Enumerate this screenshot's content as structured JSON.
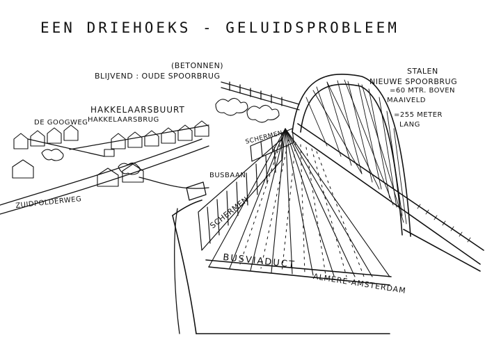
{
  "title": "EEN DRIEHOEKS - GELUIDSPROBLEEM",
  "labels": {
    "betonnen": "(BETONNEN)",
    "blijvend": "BLIJVEND : OUDE SPOORBRUG",
    "stalen": "STALEN",
    "nieuwe_spoorbrug": "NIEUWE SPOORBRUG",
    "hoogte": "=60 MTR. BOVEN",
    "maaiveld": "MAAIVELD",
    "lengte": "=255 METER",
    "lang": "LANG",
    "hakkelaarsbuurt": "HAKKELAARSBUURT",
    "hakkelaarsbrug": "HAKKELAARSBRUG",
    "googweg": "DE GOOGWEG",
    "busbaan": "BUSBAAN",
    "schermen_upper": "SCHERMEN",
    "schermen_lower": "SCHERMEN",
    "zuidpolderweg": "ZUIDPOLDERWEG",
    "busviaduct": "BUSVIADUCT",
    "almere_amsterdam": "ALMERE-AMSTERDAM"
  },
  "colors": {
    "ink": "#111111",
    "paper": "#ffffff"
  }
}
